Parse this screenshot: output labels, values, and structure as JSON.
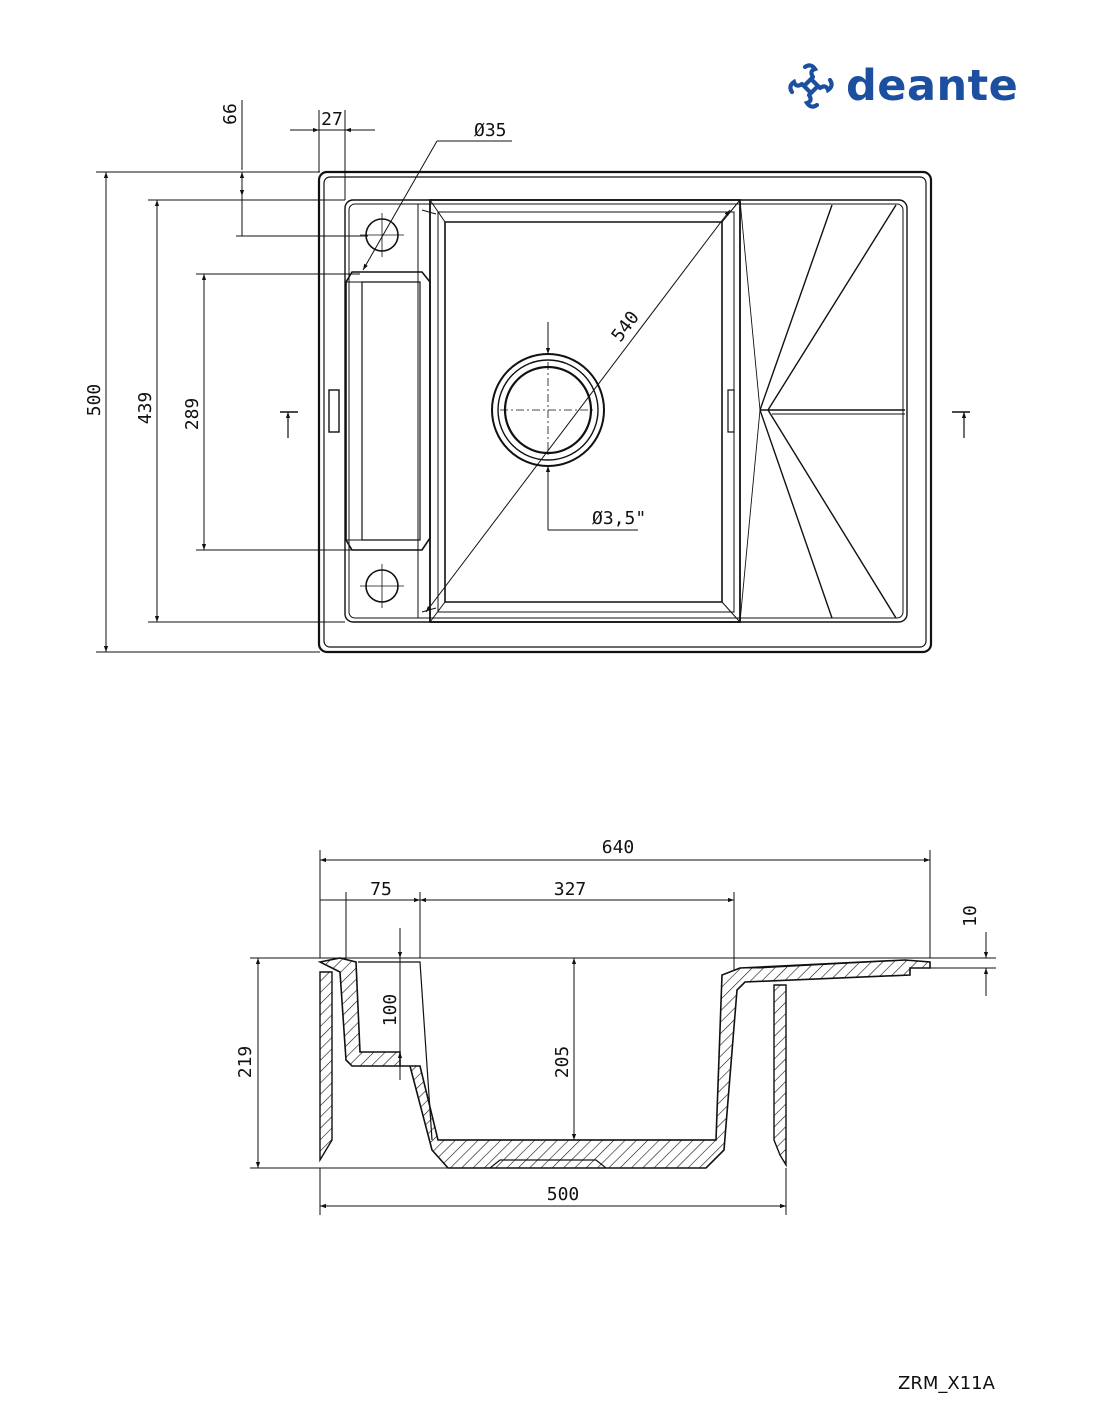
{
  "brand": {
    "name": "deante",
    "color": "#1d4fa1",
    "icon": "deante-logo-icon"
  },
  "model_code": "ZRM_X11A",
  "top_view": {
    "dims": {
      "d66": "66",
      "d27": "27",
      "d35": "Ø35",
      "d500": "500",
      "d439": "439",
      "d289": "289",
      "d540": "540",
      "d35in": "Ø3,5\""
    }
  },
  "side_view": {
    "dims": {
      "d640": "640",
      "d75": "75",
      "d327": "327",
      "d10": "10",
      "d219": "219",
      "d100": "100",
      "d205": "205",
      "d500": "500"
    }
  }
}
